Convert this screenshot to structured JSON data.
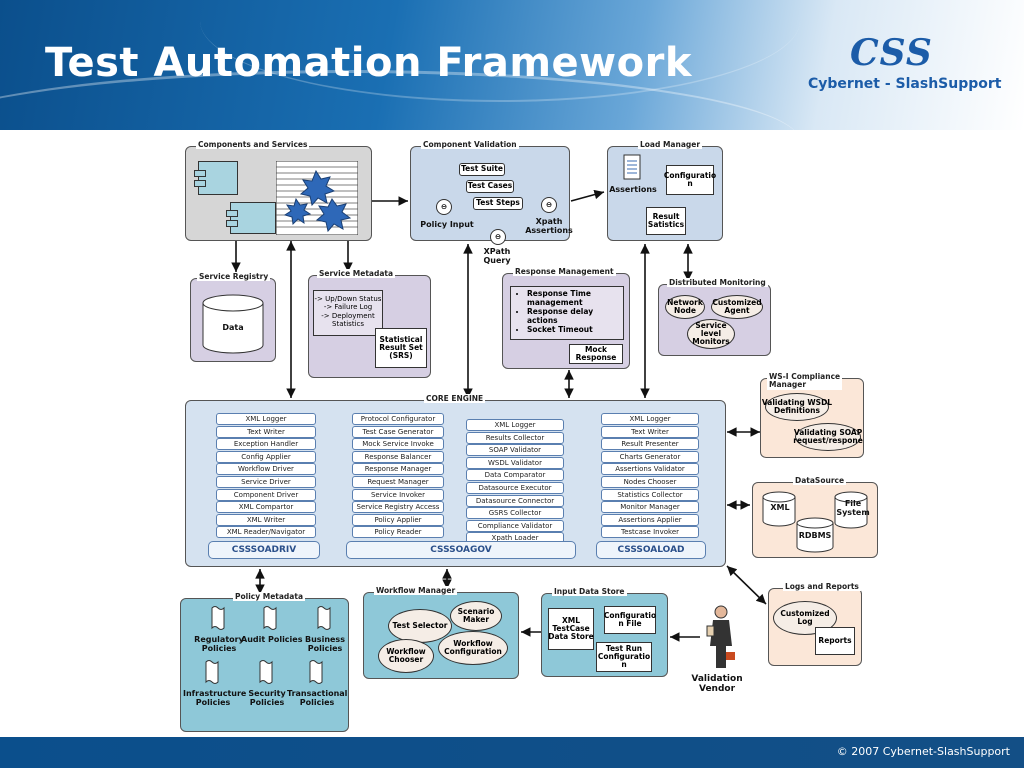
{
  "slide": {
    "title": "Test Automation Framework",
    "logo": "CSS",
    "tagline": "Cybernet - SlashSupport",
    "copyright": "© 2007 Cybernet-SlashSupport"
  },
  "colors": {
    "header_blue": "#0b4f8c",
    "accent": "#1c5ca8"
  },
  "components_services": {
    "title": "Components and Services"
  },
  "component_validation": {
    "title": "Component Validation",
    "test_suite": "Test Suite",
    "test_cases": "Test Cases",
    "test_steps": "Test Steps",
    "policy_input": "Policy Input",
    "xpath_assertions": "Xpath\nAssertions",
    "xpath_query": "XPath\nQuery"
  },
  "load_manager": {
    "title": "Load Manager",
    "assertions": "Assertions",
    "configuration": "Configuratio\nn",
    "result_statistics": "Result\nSatistics"
  },
  "service_registry": {
    "title": "Service Registry",
    "data": "Data"
  },
  "service_metadata": {
    "title": "Service Metadata",
    "items": "-> Up/Down Status\n-> Failure Log\n-> Deployment\nStatistics",
    "srs": "Statistical\nResult Set\n(SRS)"
  },
  "response_management": {
    "title": "Response Management",
    "bullets": [
      "Response Time management",
      "Response delay actions",
      "Socket Timeout"
    ],
    "mock": "Mock\nResponse"
  },
  "distributed_monitoring": {
    "title": "Distributed Monitoring",
    "network_node": "Network\nNode",
    "customized_agent": "Customized\nAgent",
    "service_level": "Service\nlevel\nMonitors"
  },
  "wsi": {
    "title": "WS-I Compliance\nManager",
    "wsdl": "Validating WSDL\nDefinitions",
    "soap": "Validating SOAP\nrequest/respone"
  },
  "datasource": {
    "title": "DataSource",
    "xml": "XML",
    "file_system": "File\nSystem",
    "rdbms": "RDBMS"
  },
  "core_engine": {
    "title": "CORE ENGINE",
    "col1": [
      "XML Logger",
      "Text Writer",
      "Exception Handler",
      "Config Applier",
      "Workflow Driver",
      "Service Driver",
      "Component Driver",
      "XML Compartor",
      "XML Writer",
      "XML Reader/Navigator"
    ],
    "col2": [
      "Protocol Configurator",
      "Test Case Generator",
      "Mock Service Invoke",
      "Response Balancer",
      "Response Manager",
      "Request Manager",
      "Service Invoker",
      "Service Registry Access",
      "Policy Applier",
      "Policy Reader"
    ],
    "col3": [
      "XML Logger",
      "Results Collector",
      "SOAP Validator",
      "WSDL Validator",
      "Data Comparator",
      "Datasource Executor",
      "Datasource Connector",
      "GSRS Collector",
      "Compliance Validator",
      "Xpath Loader"
    ],
    "col4": [
      "XML Logger",
      "Text Writer",
      "Result Presenter",
      "Charts Generator",
      "Assertions Validator",
      "Nodes Chooser",
      "Statistics Collector",
      "Monitor Manager",
      "Assertions Applier",
      "Testcase Invoker"
    ],
    "engines": [
      "CSSSOADRIV",
      "CSSSOAGOV",
      "CSSSOALOAD"
    ]
  },
  "logs_reports": {
    "title": "Logs and Reports",
    "customized_log": "Customized\nLog",
    "reports": "Reports"
  },
  "policy_metadata": {
    "title": "Policy Metadata",
    "items": [
      "Regulatory\nPolicies",
      "Audit Policies",
      "Business\nPolicies",
      "Infrastructure\nPolicies",
      "Security\nPolicies",
      "Transactional\nPolicies"
    ]
  },
  "workflow_manager": {
    "title": "Workflow Manager",
    "test_selector": "Test Selector",
    "scenario_maker": "Scenario\nMaker",
    "workflow_chooser": "Workflow\nChooser",
    "workflow_configuration": "Workflow\nConfiguration"
  },
  "input_data_store": {
    "title": "Input Data Store",
    "xml_testcase": "XML\nTestCase\nData Store",
    "config_file": "Configuratio\nn File",
    "test_run_config": "Test Run\nConfiguratio\nn"
  },
  "validation_vendor": "Validation\nVendor"
}
